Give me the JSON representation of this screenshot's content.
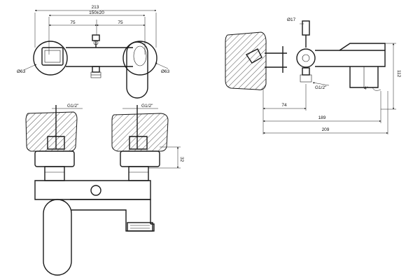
{
  "colors": {
    "line": "#1a1a1a",
    "background": "#ffffff"
  },
  "front_view": {
    "overall_width": "213",
    "center_distance": "150±20",
    "left_half": "75",
    "right_half": "75",
    "left_diameter": "Ø63",
    "right_diameter": "Ø63"
  },
  "side_view": {
    "diameter_top": "Ø17",
    "thread": "G1/2\"",
    "depth_74": "74",
    "depth_189": "189",
    "depth_209": "209",
    "height_112": "112",
    "angle": "4°"
  },
  "mounting_view": {
    "left_thread": "G1/2\"",
    "right_thread": "G1/2\"",
    "fitting_height": "32"
  }
}
